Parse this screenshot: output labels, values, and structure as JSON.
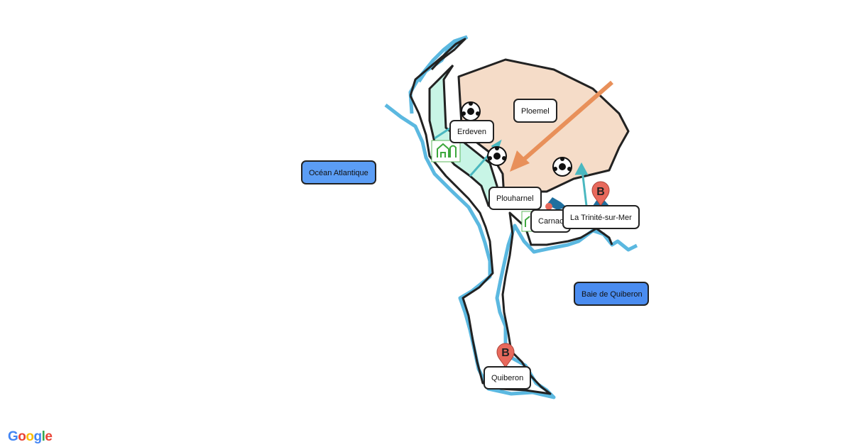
{
  "labels": {
    "ocean": "Océan Atlantique",
    "bay": "Baie de Quiberon",
    "ploemel": "Ploemel",
    "erdeven": "Erdeven",
    "plouharnel": "Plouharnel",
    "carnac": "Carnac",
    "trinite": "La Trinité-sur-Mer",
    "quiberon": "Quiberon"
  },
  "markers": {
    "bus_letter": "B"
  },
  "attribution": {
    "g1": "G",
    "o1": "o",
    "o2": "o",
    "g2": "g",
    "l": "l",
    "e": "e"
  },
  "colors": {
    "coast": "#5bb8e0",
    "land_zone": "#f5dcc8",
    "dune_zone": "#c8f5e6",
    "arrow": "#e8905a",
    "marker": "#e8695c",
    "water_label": "#5b9df5"
  }
}
